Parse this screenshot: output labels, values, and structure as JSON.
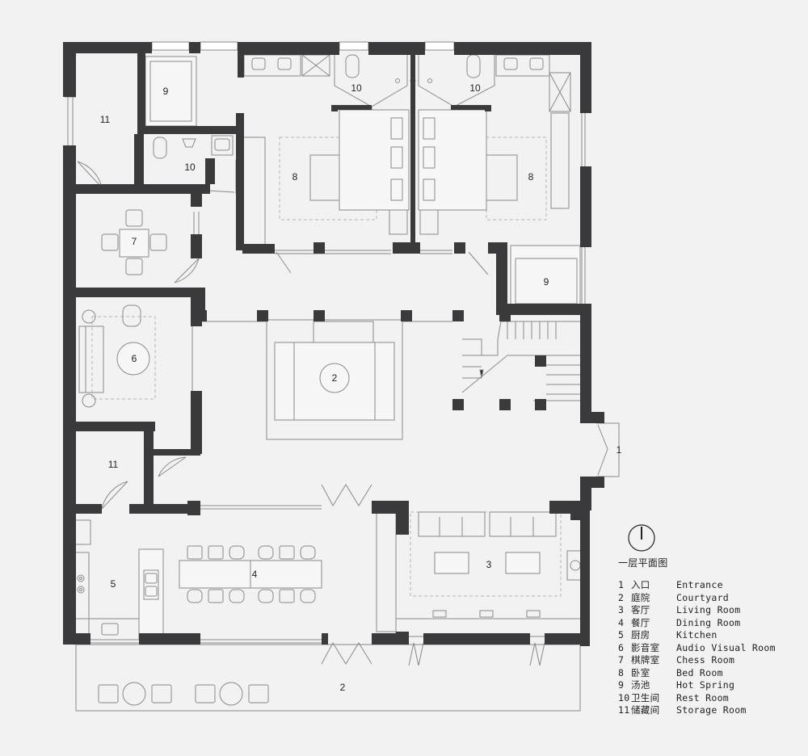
{
  "plan_title": "一层平面图",
  "legend": [
    {
      "num": "1",
      "cn": "入口",
      "en": "Entrance"
    },
    {
      "num": "2",
      "cn": "庭院",
      "en": "Courtyard"
    },
    {
      "num": "3",
      "cn": "客厅",
      "en": "Living Room"
    },
    {
      "num": "4",
      "cn": "餐厅",
      "en": "Dining Room"
    },
    {
      "num": "5",
      "cn": "厨房",
      "en": "Kitchen"
    },
    {
      "num": "6",
      "cn": "影音室",
      "en": "Audio Visual Room"
    },
    {
      "num": "7",
      "cn": "棋牌室",
      "en": "Chess Room"
    },
    {
      "num": "8",
      "cn": "卧室",
      "en": "Bed Room"
    },
    {
      "num": "9",
      "cn": "汤池",
      "en": "Hot Spring"
    },
    {
      "num": "10",
      "cn": "卫生间",
      "en": "Rest Room"
    },
    {
      "num": "11",
      "cn": "储藏间",
      "en": "Storage Room"
    }
  ],
  "room_labels": {
    "storage_nw": "11",
    "hot_spring_n": "9",
    "rest_room_w": "10",
    "rest_room_n1": "10",
    "rest_room_n2": "10",
    "bed_room_w": "8",
    "bed_room_e": "8",
    "chess_room": "7",
    "hot_spring_e": "9",
    "av_room": "6",
    "courtyard_inner": "2",
    "entrance": "1",
    "storage_sw": "11",
    "living_room": "3",
    "dining_room": "4",
    "kitchen": "5",
    "courtyard_south": "2"
  },
  "colors": {
    "wall": "#3a3a3d",
    "floor": "#f2f2f2",
    "line": "#8a8a8a",
    "dash": "#b5b5b5"
  }
}
